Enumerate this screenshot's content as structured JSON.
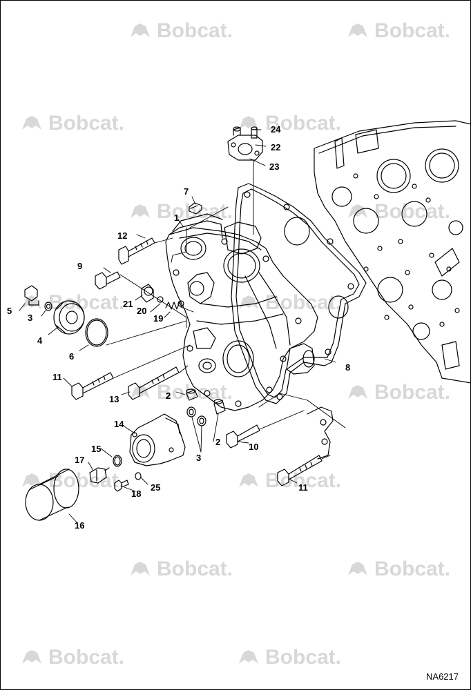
{
  "watermark": {
    "text": "Bobcat.",
    "logo_icon": "bobcat-logo-icon",
    "color": "#d8d8d8"
  },
  "document_code": "NA6217",
  "callouts": [
    {
      "id": "c1",
      "text": "1"
    },
    {
      "id": "c2a",
      "text": "2"
    },
    {
      "id": "c2b",
      "text": "2"
    },
    {
      "id": "c3a",
      "text": "3"
    },
    {
      "id": "c3b",
      "text": "3"
    },
    {
      "id": "c4",
      "text": "4"
    },
    {
      "id": "c5",
      "text": "5"
    },
    {
      "id": "c6",
      "text": "6"
    },
    {
      "id": "c7",
      "text": "7"
    },
    {
      "id": "c8",
      "text": "8"
    },
    {
      "id": "c9",
      "text": "9"
    },
    {
      "id": "c10",
      "text": "10"
    },
    {
      "id": "c11a",
      "text": "11"
    },
    {
      "id": "c11b",
      "text": "11"
    },
    {
      "id": "c12",
      "text": "12"
    },
    {
      "id": "c13",
      "text": "13"
    },
    {
      "id": "c14",
      "text": "14"
    },
    {
      "id": "c15",
      "text": "15"
    },
    {
      "id": "c16",
      "text": "16"
    },
    {
      "id": "c17",
      "text": "17"
    },
    {
      "id": "c18",
      "text": "18"
    },
    {
      "id": "c19",
      "text": "19"
    },
    {
      "id": "c20",
      "text": "20"
    },
    {
      "id": "c21",
      "text": "21"
    },
    {
      "id": "c22",
      "text": "22"
    },
    {
      "id": "c23",
      "text": "23"
    },
    {
      "id": "c24",
      "text": "24"
    },
    {
      "id": "c25",
      "text": "25"
    }
  ]
}
